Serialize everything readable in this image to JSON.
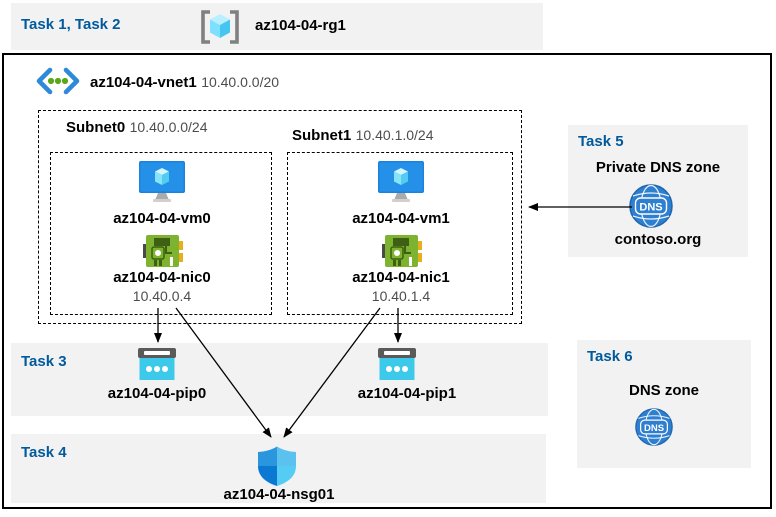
{
  "colors": {
    "task_label": "#005A9B",
    "band_bg": "#F2F2F2",
    "vm_blue": "#1B82DE",
    "pip_cyan": "#3DC9EA",
    "nic_green": "#7DB32E",
    "dns_blue": "#2E7FD0"
  },
  "tasks": {
    "task12": {
      "label": "Task 1, Task 2"
    },
    "task3": {
      "label": "Task 3"
    },
    "task4": {
      "label": "Task 4"
    },
    "task5": {
      "label": "Task 5",
      "title": "Private DNS zone",
      "zone": "contoso.org",
      "dns": "DNS"
    },
    "task6": {
      "label": "Task 6",
      "title": "DNS zone",
      "dns": "DNS"
    }
  },
  "resource_group": {
    "name": "az104-04-rg1"
  },
  "vnet": {
    "name": "az104-04-vnet1",
    "cidr": "10.40.0.0/20"
  },
  "subnets": [
    {
      "name": "Subnet0",
      "cidr": "10.40.0.0/24",
      "vm": "az104-04-vm0",
      "nic": "az104-04-nic0",
      "ip": "10.40.0.4",
      "pip": "az104-04-pip0"
    },
    {
      "name": "Subnet1",
      "cidr": "10.40.1.0/24",
      "vm": "az104-04-vm1",
      "nic": "az104-04-nic1",
      "ip": "10.40.1.4",
      "pip": "az104-04-pip1"
    }
  ],
  "nsg": {
    "name": "az104-04-nsg01"
  }
}
